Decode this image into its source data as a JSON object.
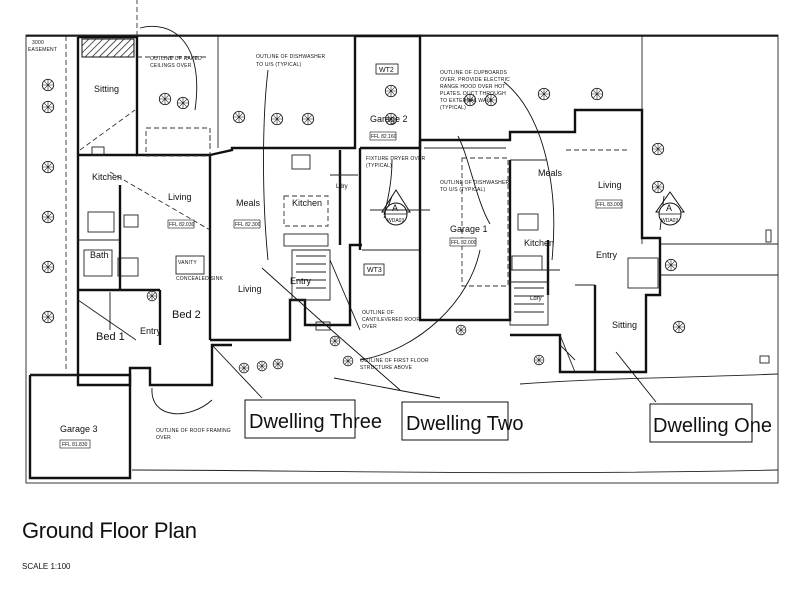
{
  "drawing": {
    "title": "Ground Floor Plan",
    "scale": "SCALE 1:100"
  },
  "dwellings": {
    "one": "Dwelling One",
    "two": "Dwelling Two",
    "three": "Dwelling Three"
  },
  "rooms": {
    "sitting_d3": "Sitting",
    "kitchen_d3": "Kitchen",
    "living_d3": "Living",
    "bath_d3": "Bath",
    "bed1": "Bed 1",
    "bed2": "Bed 2",
    "entry_d3": "Entry",
    "meals_d2": "Meals",
    "kitchen_d2": "Kitchen",
    "living_d2": "Living",
    "entry_d2": "Entry",
    "garage2": "Garage 2",
    "garage1": "Garage 1",
    "meals_d1": "Meals",
    "living_d1": "Living",
    "kitchen_d1": "Kitchen",
    "entry_d1": "Entry",
    "sitting_d1": "Sitting",
    "garage3": "Garage 3",
    "laundry_d2": "Ldry",
    "laundry_d1": "Ldry"
  },
  "levels": {
    "d3_living": "FFL 82.030",
    "d2_meals": "FFL 82.300",
    "garage2": "FFL 82.160",
    "garage1": "FFL 82.000",
    "d1_living": "FFL 83.000",
    "garage3": "FFL 81.830"
  },
  "notes": {
    "easement_1": "3000",
    "easement_2": "EASEMENT",
    "raked_ceilings_1": "OUTLINE OF RAKED",
    "raked_ceilings_2": "CEILINGS OVER",
    "dishwasher_d2_1": "OUTLINE OF DISHWASHER",
    "dishwasher_d2_2": "TO U/S (TYPICAL)",
    "cupboards_1": "OUTLINE OF CUPBOARDS",
    "cupboards_2": "OVER. PROVIDE ELECTRIC",
    "cupboards_3": "RANGE HOOD OVER HOT",
    "cupboards_4": "PLATES. DUCT THROUGH",
    "cupboards_5": "TO EXTERNAL WALL",
    "cupboards_6": "(TYPICAL)",
    "dryer_1": "FIXTURE DRYER OVER",
    "dryer_2": "(TYPICAL)",
    "dishwasher_d1_1": "OUTLINE OF DISHWASHER",
    "dishwasher_d1_2": "TO U/S (TYPICAL)",
    "cantilevered_1": "OUTLINE OF",
    "cantilevered_2": "CANTILEVERED ROOF",
    "cantilevered_3": "OVER",
    "first_floor_1": "OUTLINE OF FIRST FLOOR",
    "first_floor_2": "STRUCTURE ABOVE",
    "roof_framing_1": "OUTLINE OF ROOF FRAMING",
    "roof_framing_2": "OVER",
    "vanity": "VANITY",
    "vanity_sub": "CONCEALED SINK"
  },
  "tags": {
    "wt2": "WT2",
    "wt3": "WT3",
    "section_letter_1": "A",
    "section_ref_1": "WDA03",
    "section_letter_2": "A",
    "section_ref_2": "WDA03"
  }
}
